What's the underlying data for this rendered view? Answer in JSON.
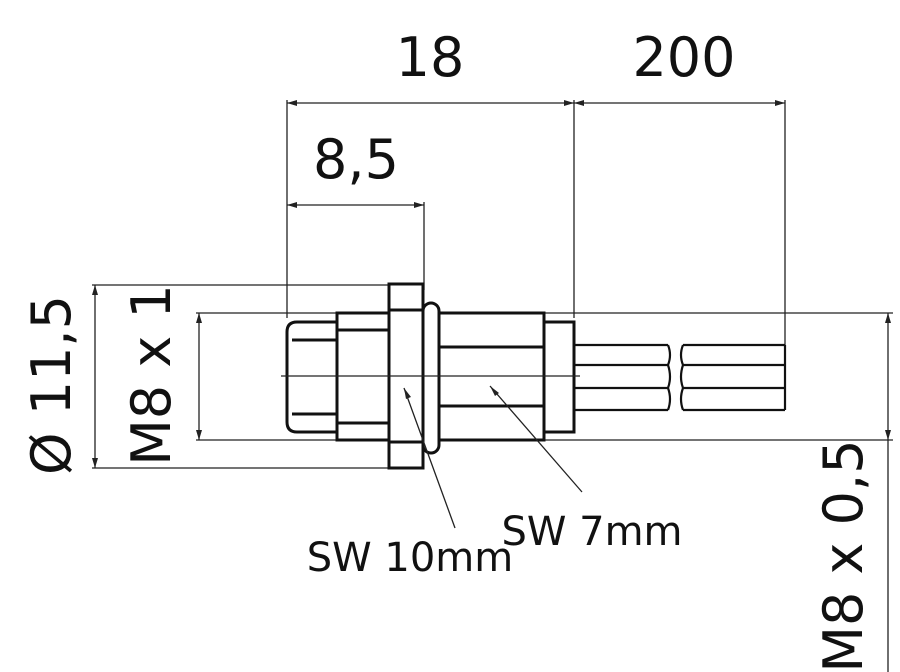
{
  "dimensions": {
    "overall_length": "18",
    "cable_length": "200",
    "front_length": "8,5",
    "outer_diameter": "Ø 11,5",
    "front_thread": "M8 x 1",
    "rear_thread": "M8 x 0,5"
  },
  "callouts": {
    "wrench_size_large": "SW 10mm",
    "wrench_size_small": "SW 7mm"
  }
}
